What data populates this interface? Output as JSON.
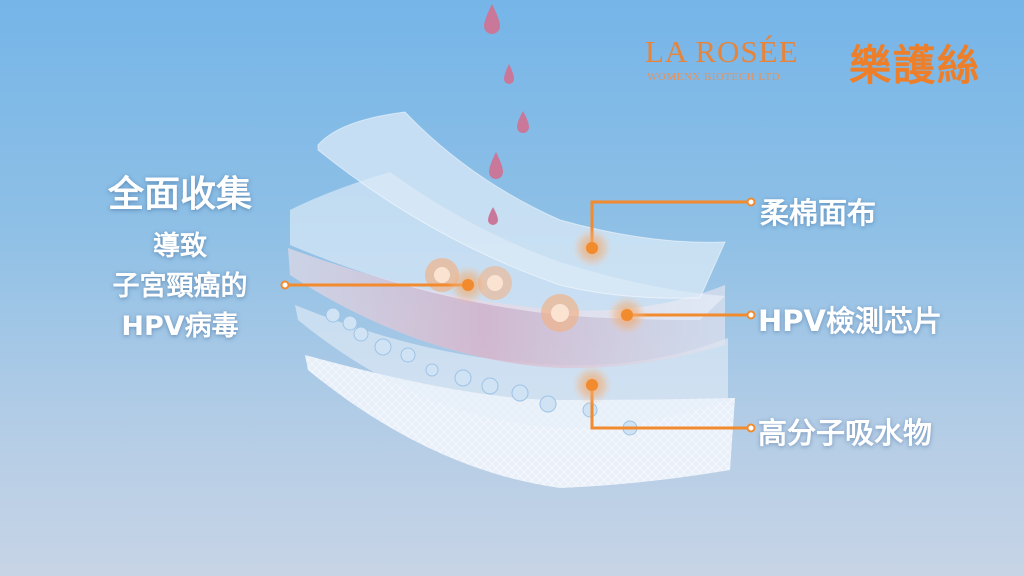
{
  "brand": {
    "name_en": "LA ROSÉE",
    "subtitle": "WOMENX BIOTECH LTD.",
    "name_cn": "樂護絲",
    "color": "#ee7f2a"
  },
  "headline": {
    "line1": "全面收集",
    "line2": "導致",
    "line3": "子宮頸癌的",
    "line4": "HPV病毒"
  },
  "layers": [
    {
      "label": "柔棉面布"
    },
    {
      "label": "HPV檢測芯片"
    },
    {
      "label": "高分子吸水物"
    }
  ],
  "colors": {
    "callout": "#f28a2e",
    "drop": "#c9789a",
    "bg_top": "#75b5e8",
    "bg_bottom": "#c7d4e6"
  }
}
